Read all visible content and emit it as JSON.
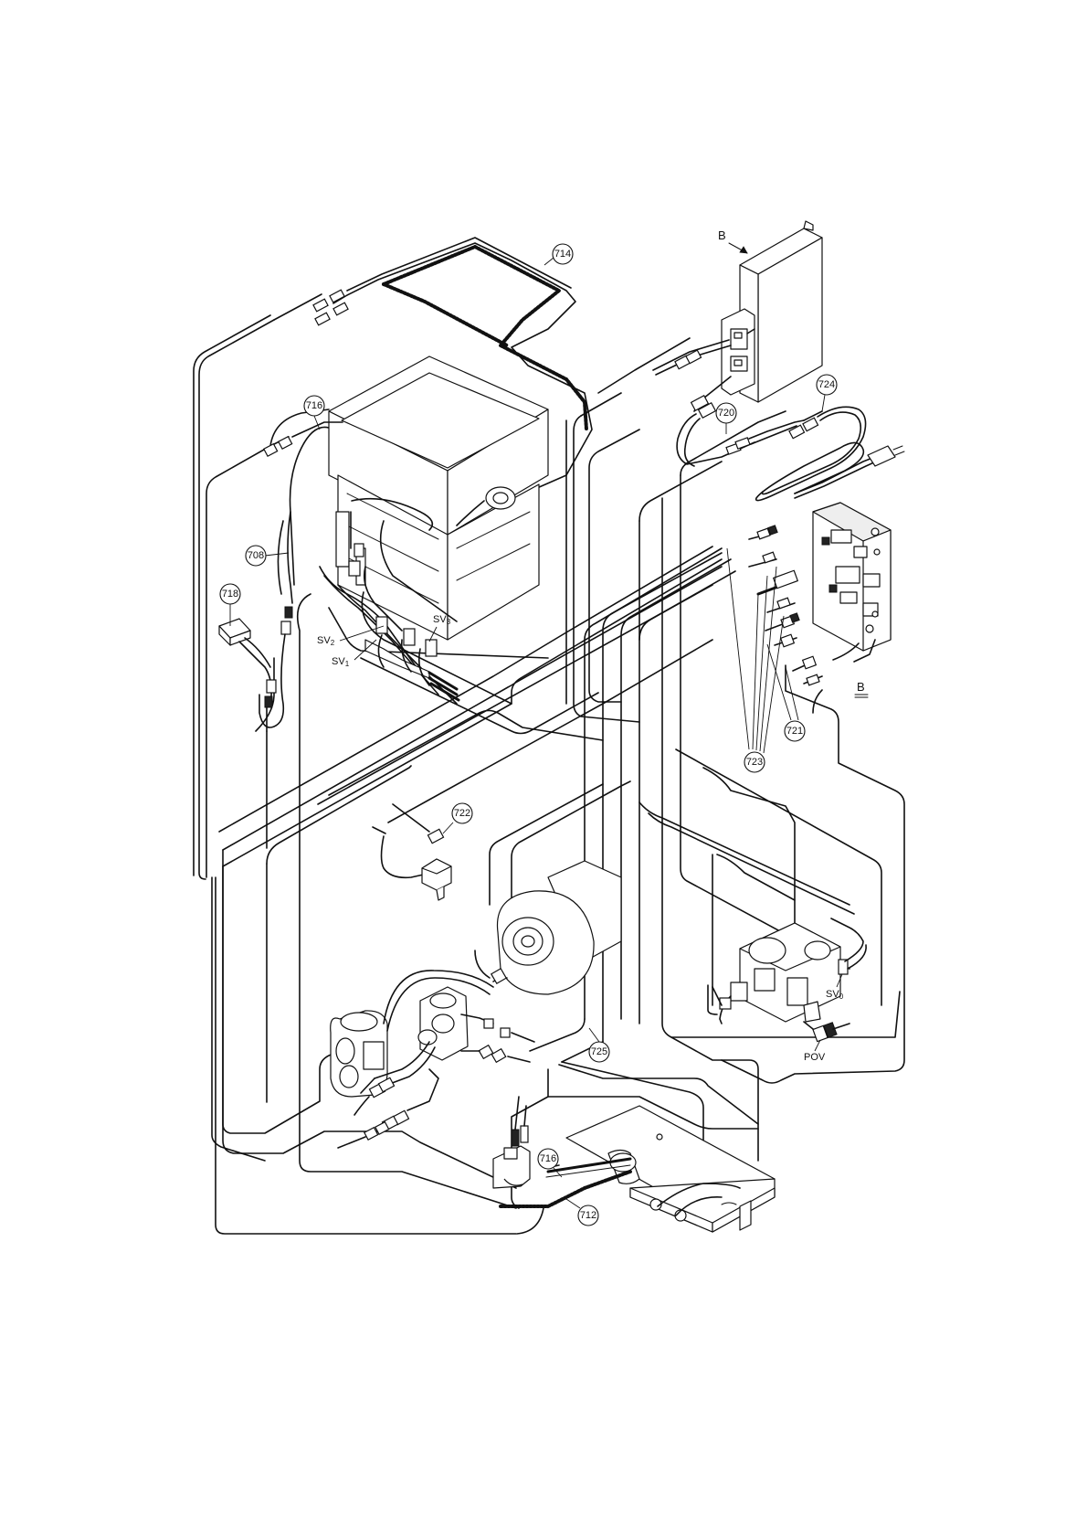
{
  "diagram": {
    "callouts": {
      "c714": "714",
      "c716_top": "716",
      "c708": "708",
      "c718": "718",
      "c720": "720",
      "c724": "724",
      "c721": "721",
      "c723": "723",
      "c722": "722",
      "c725": "725",
      "c716_bottom": "716",
      "c712": "712"
    },
    "labels": {
      "view_b_arrow": "B",
      "view_b_ref": "B",
      "sv1": "SV",
      "sv1_sub": "1",
      "sv2": "SV",
      "sv2_sub": "2",
      "sv3": "SV",
      "sv3_sub": "3",
      "sv0": "SV",
      "sv0_sub": "0",
      "pov": "POV"
    }
  }
}
